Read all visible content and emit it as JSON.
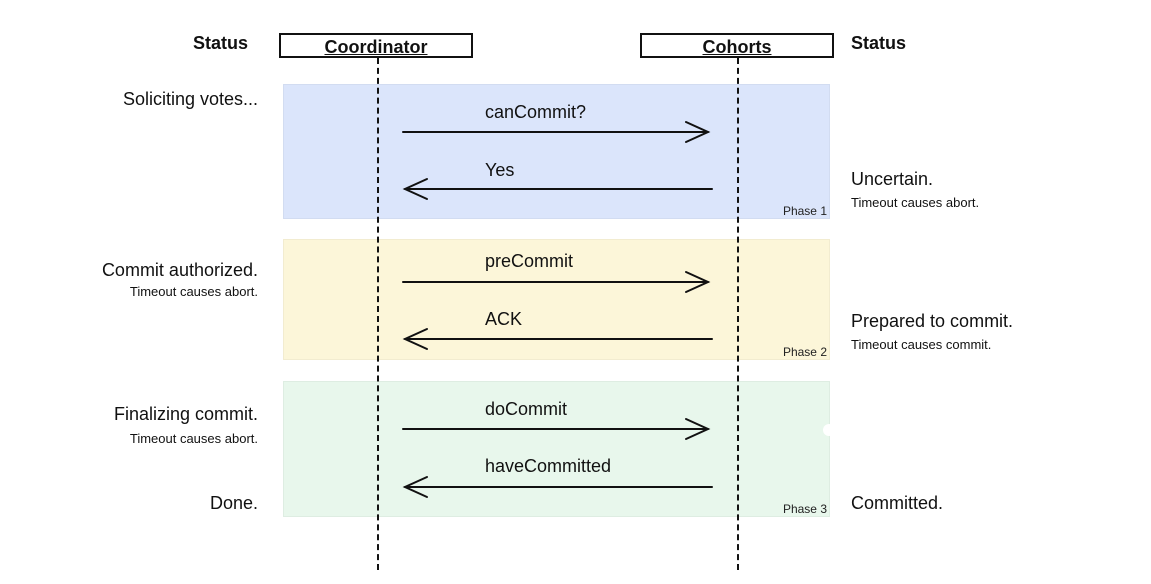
{
  "headers": {
    "left_status": "Status",
    "right_status": "Status",
    "coordinator": "Coordinator",
    "cohorts": "Cohorts"
  },
  "phases": [
    {
      "label": "Phase 1",
      "color": "#dbe5fb"
    },
    {
      "label": "Phase 2",
      "color": "#fcf6d9"
    },
    {
      "label": "Phase 3",
      "color": "#e8f7ec"
    }
  ],
  "messages": [
    {
      "text": "canCommit?",
      "direction": "coordinator-to-cohorts"
    },
    {
      "text": "Yes",
      "direction": "cohorts-to-coordinator"
    },
    {
      "text": "preCommit",
      "direction": "coordinator-to-cohorts"
    },
    {
      "text": "ACK",
      "direction": "cohorts-to-coordinator"
    },
    {
      "text": "doCommit",
      "direction": "coordinator-to-cohorts"
    },
    {
      "text": "haveCommitted",
      "direction": "cohorts-to-coordinator"
    }
  ],
  "coordinator_status": [
    {
      "main": "Soliciting votes...",
      "sub": ""
    },
    {
      "main": "Commit authorized.",
      "sub": "Timeout causes abort."
    },
    {
      "main": "Finalizing commit.",
      "sub": "Timeout causes abort."
    },
    {
      "main": "Done.",
      "sub": ""
    }
  ],
  "cohort_status": [
    {
      "main": "Uncertain.",
      "sub": "Timeout causes abort."
    },
    {
      "main": "Prepared to commit.",
      "sub": "Timeout causes commit."
    },
    {
      "main": "Committed.",
      "sub": ""
    }
  ]
}
